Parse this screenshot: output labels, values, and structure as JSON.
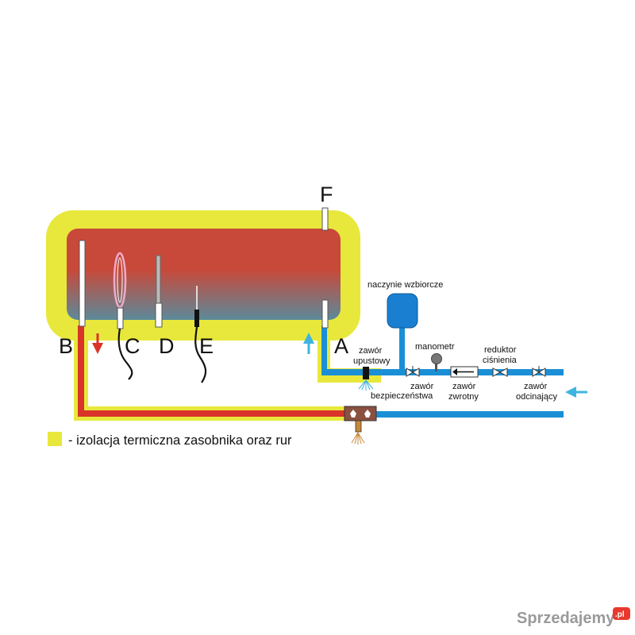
{
  "colors": {
    "insulation": "#e8e83c",
    "insulation_edge": "#c9c92a",
    "tank_hot": "#c8493a",
    "tank_cold": "#5b8a9a",
    "pipe_hot": "#d9332a",
    "pipe_cold": "#1a8fd6",
    "arrow_hot": "#d9332a",
    "arrow_cold": "#3fb4e0",
    "vessel": "#1a7fd0"
  },
  "labels": {
    "F": "F",
    "A": "A",
    "B": "B",
    "C": "C",
    "D": "D",
    "E": "E"
  },
  "components": {
    "expansion_vessel": "naczynie wzbiorcze",
    "drain_valve_1": "zawór",
    "drain_valve_2": "upustowy",
    "pressure_gauge": "manometr",
    "reducer_1": "reduktor",
    "reducer_2": "ciśnienia",
    "safety_valve_1": "zawór",
    "safety_valve_2": "bezpieczeństwa",
    "check_valve_1": "zawór",
    "check_valve_2": "zwrotny",
    "shutoff_valve_1": "zawór",
    "shutoff_valve_2": "odcinający"
  },
  "legend": {
    "text": "- izolacja termiczna zasobnika oraz rur"
  },
  "watermark": {
    "text": "Sprzedajemy",
    "badge": ".pl"
  }
}
